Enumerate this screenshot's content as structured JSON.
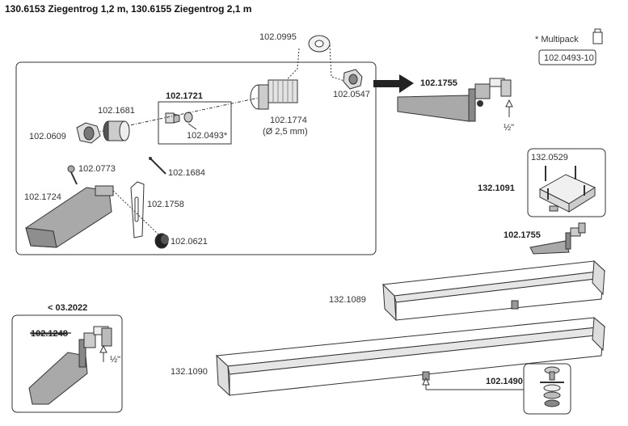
{
  "title": "130.6153 Ziegentrog 1,2 m, 130.6155 Ziegentrog 2,1 m",
  "multipack": {
    "label": "* Multipack",
    "part": "102.0493-10"
  },
  "parts": {
    "p0995": "102.0995",
    "p0547": "102.0547",
    "p1755_top": "102.1755",
    "p1721": "102.1721",
    "p1681": "102.1681",
    "p0609": "102.0609",
    "p1774": "102.1774",
    "p1774_note": "(Ø 2,5 mm)",
    "p0493": "102.0493*",
    "p0773": "102.0773",
    "p1684": "102.1684",
    "p1724": "102.1724",
    "p1758": "102.1758",
    "p0621": "102.0621",
    "p0529": "132.0529",
    "p1091": "132.1091",
    "p1755_mid": "102.1755",
    "p1089": "132.1089",
    "p1090": "132.1090",
    "p1490": "102.1490",
    "p1248": "102.1248"
  },
  "old_version": {
    "label": "< 03.2022"
  },
  "thread": {
    "size_top": "½\"",
    "size_old": "½\""
  },
  "colors": {
    "line": "#333333",
    "grey": "#a9a9a9",
    "dark": "#555555",
    "arrow": "#222222"
  }
}
